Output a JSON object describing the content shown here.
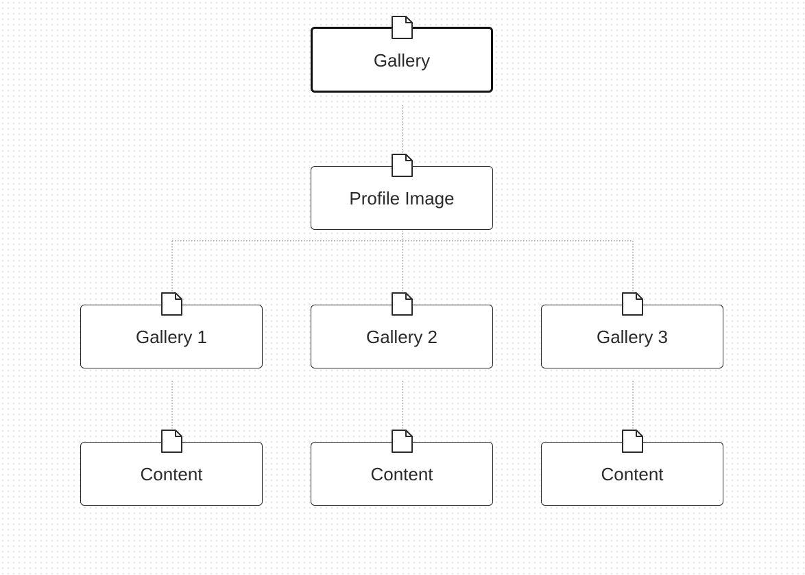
{
  "diagram": {
    "type": "sitemap-tree",
    "root": {
      "id": "gallery",
      "label": "Gallery",
      "icon": "page-icon",
      "selected": true
    },
    "level1": {
      "id": "profile-image",
      "label": "Profile Image",
      "icon": "page-icon"
    },
    "galleries": [
      {
        "id": "gallery-1",
        "label": "Gallery 1",
        "icon": "page-icon"
      },
      {
        "id": "gallery-2",
        "label": "Gallery 2",
        "icon": "page-icon"
      },
      {
        "id": "gallery-3",
        "label": "Gallery 3",
        "icon": "page-icon"
      }
    ],
    "contents": [
      {
        "id": "content-1",
        "label": "Content",
        "parent": "gallery-1",
        "icon": "page-icon"
      },
      {
        "id": "content-2",
        "label": "Content",
        "parent": "gallery-2",
        "icon": "page-icon"
      },
      {
        "id": "content-3",
        "label": "Content",
        "parent": "gallery-3",
        "icon": "page-icon"
      }
    ],
    "edges": [
      [
        "gallery",
        "profile-image"
      ],
      [
        "profile-image",
        "gallery-1"
      ],
      [
        "profile-image",
        "gallery-2"
      ],
      [
        "profile-image",
        "gallery-3"
      ],
      [
        "gallery-1",
        "content-1"
      ],
      [
        "gallery-2",
        "content-2"
      ],
      [
        "gallery-3",
        "content-3"
      ]
    ],
    "colors": {
      "node_border": "#2a2a2a",
      "connector": "#8c8c8c",
      "background_dots": "#e2e2e2"
    }
  }
}
